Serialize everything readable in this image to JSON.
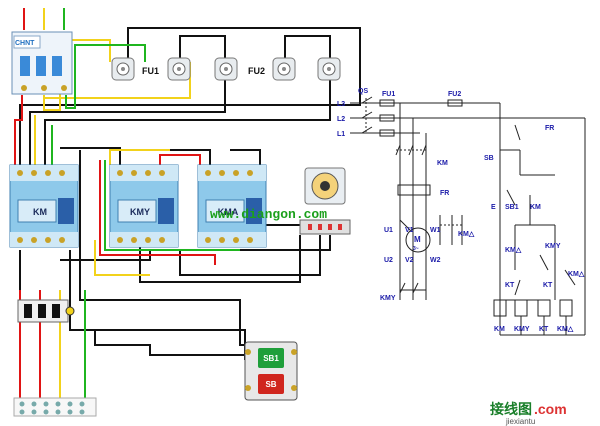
{
  "wiring": {
    "fuse_group_1": "FU1",
    "fuse_group_2": "FU2",
    "contactor_a_label": "KM",
    "contactor_b_label": "KMY",
    "contactor_c_label": "KMA",
    "breaker_brand": "CHNT",
    "button_start": "SB1",
    "button_stop": "SB"
  },
  "watermark": {
    "url": "www.diangon.com",
    "site_cn": "接线图",
    "site_suffix": ".com",
    "site_pinyin": "jiexiantu"
  },
  "schematic": {
    "phase_l1": "L1",
    "phase_l2": "L2",
    "phase_l3": "L3",
    "qs": "QS",
    "fu1": "FU1",
    "fu2": "FU2",
    "fr": "FR",
    "km": "KM",
    "fr2": "FR",
    "u1": "U1",
    "v1": "V1",
    "w1": "W1",
    "u2": "U2",
    "v2": "V2",
    "w2": "W2",
    "motor": "M",
    "motor_sub": "3~",
    "km_delta": "KM△",
    "kmy": "KMY",
    "fr_ctrl": "FR",
    "sb": "SB",
    "e": "E",
    "sb1": "SB1",
    "km_ctrl": "KM",
    "km_delta_ctrl": "KM△",
    "kmy_ctrl": "KMY",
    "kt_1": "KT",
    "kt_2": "KT",
    "km_delta_right": "KM△",
    "coil_km": "KM",
    "coil_kmy": "KMY",
    "coil_kt": "KT",
    "coil_km_delta": "KM△"
  }
}
